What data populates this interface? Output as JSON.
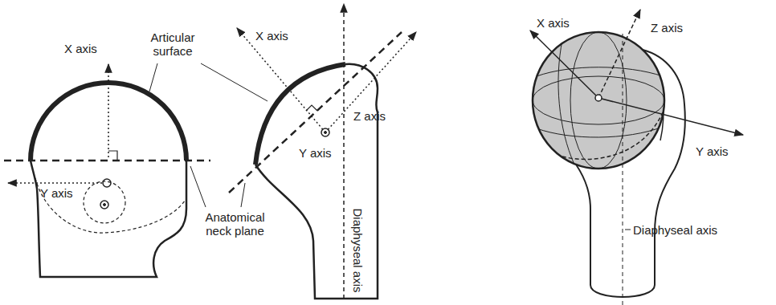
{
  "diagram": {
    "labels": [
      "X axis",
      "Articular surface",
      "Y axis",
      "Anatomical neck plane",
      "X axis",
      "Y axis",
      "Z axis",
      "Diaphyseal axis",
      "X axis",
      "Z axis",
      "Y axis",
      "Diaphyseal axis"
    ]
  }
}
